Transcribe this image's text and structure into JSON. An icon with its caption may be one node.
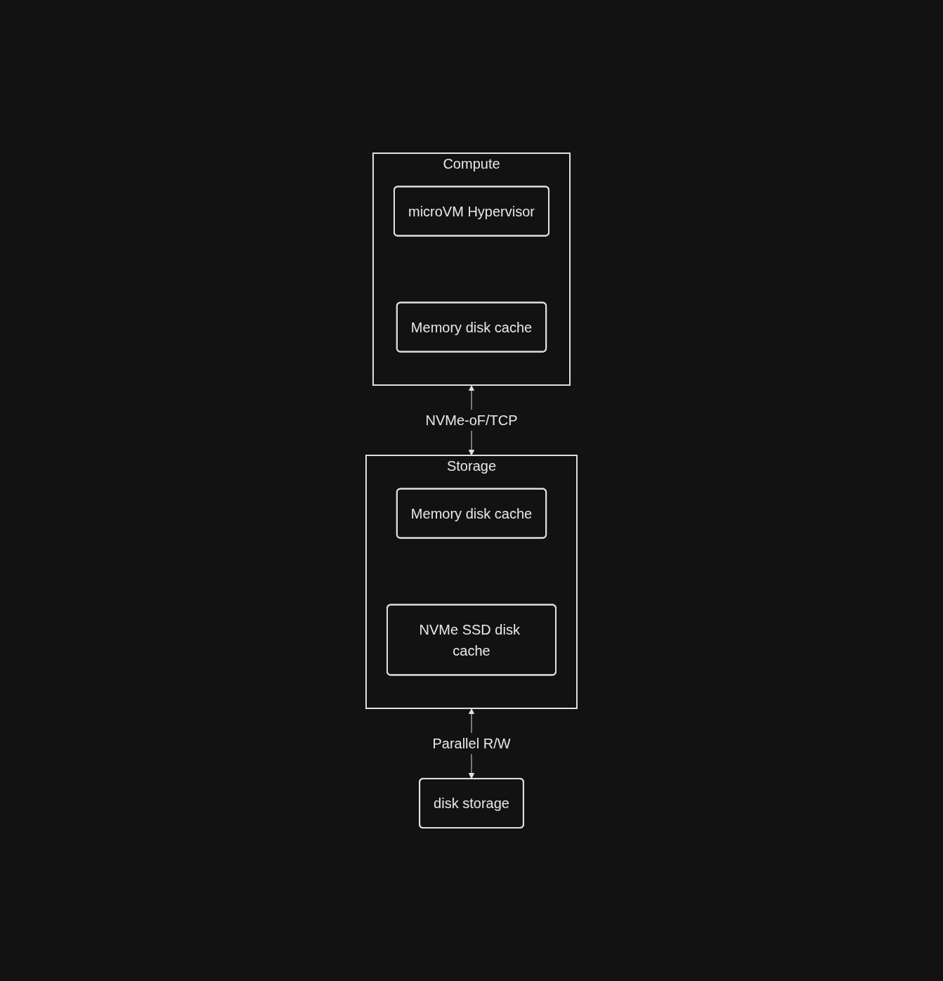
{
  "diagram": {
    "nodes": [
      {
        "text": [
          "Compute"
        ]
      },
      {
        "text": [
          "microVM Hypervisor"
        ],
        "in": 0
      },
      {
        "text": [
          "Memory disk cache"
        ],
        "in": 0
      },
      {
        "text": [
          "Storage"
        ]
      },
      {
        "text": [
          "Memory disk cache"
        ],
        "in": 3
      },
      {
        "text": [
          "NVMe SSD disk cache"
        ],
        "in": 3
      },
      {
        "text": [
          "disk storage"
        ]
      }
    ],
    "edges": [
      {
        "from": 0,
        "to": 3,
        "arrow": "both",
        "label": "NVMe-oF/TCP"
      },
      {
        "from": 3,
        "to": 6,
        "arrow": "both",
        "label": "Parallel R/W"
      }
    ]
  }
}
